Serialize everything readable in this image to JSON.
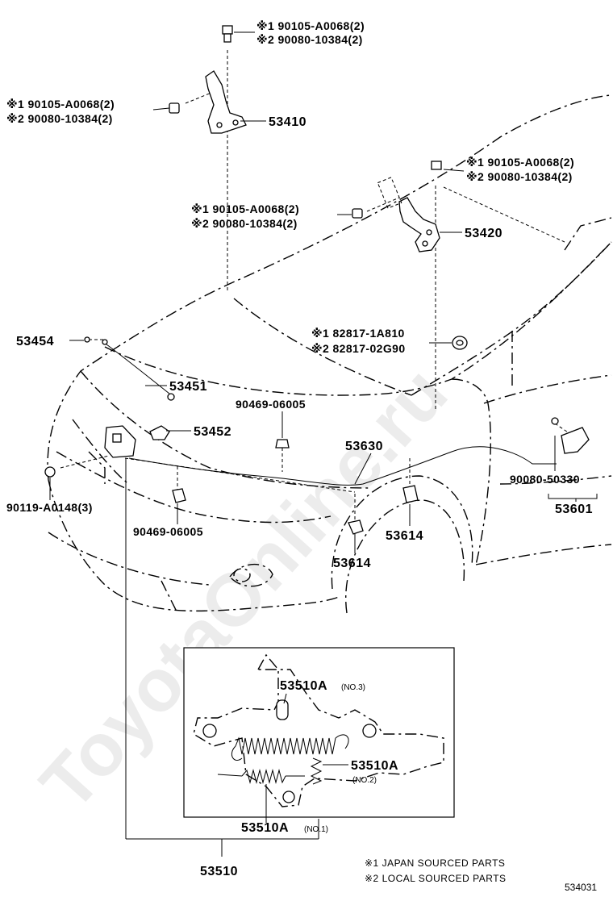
{
  "labels": {
    "hood_bolt_top_1": "※1 90105-A0068(2)",
    "hood_bolt_top_2": "※2 90080-10384(2)",
    "hinge_left_bolt_1": "※1 90105-A0068(2)",
    "hinge_left_bolt_2": "※2 90080-10384(2)",
    "hinge_left": "53410",
    "hinge_right_bolt_1": "※1 90105-A0068(2)",
    "hinge_right_bolt_2": "※2 90080-10384(2)",
    "hinge_mid_bolt_1": "※1 90105-A0068(2)",
    "hinge_mid_bolt_2": "※2 90080-10384(2)",
    "hinge_right": "53420",
    "support_rod_clip": "53454",
    "grommet_1": "※1 82817-1A810",
    "grommet_2": "※2 82817-02G90",
    "support_rod": "53451",
    "support_holder": "53452",
    "clip_upper": "90469-06005",
    "cable": "53630",
    "lever_clip": "90080-50330",
    "lever": "53601",
    "lock_bolt": "90119-A0148(3)",
    "clip_lower": "90469-06005",
    "cable_clamp_right": "53614",
    "cable_clamp_left": "53614",
    "lock_no3": "53510A",
    "lock_no3_sub": "(NO.3)",
    "lock_no2": "53510A",
    "lock_no2_sub": "(NO.2)",
    "lock_no1": "53510A",
    "lock_no1_sub": "(NO.1)",
    "lock_assembly": "53510",
    "legend_1": "※1 JAPAN SOURCED PARTS",
    "legend_2": "※2 LOCAL SOURCED PARTS",
    "illustration_code": "534031",
    "watermark": "ToyotaOnline.ru"
  }
}
